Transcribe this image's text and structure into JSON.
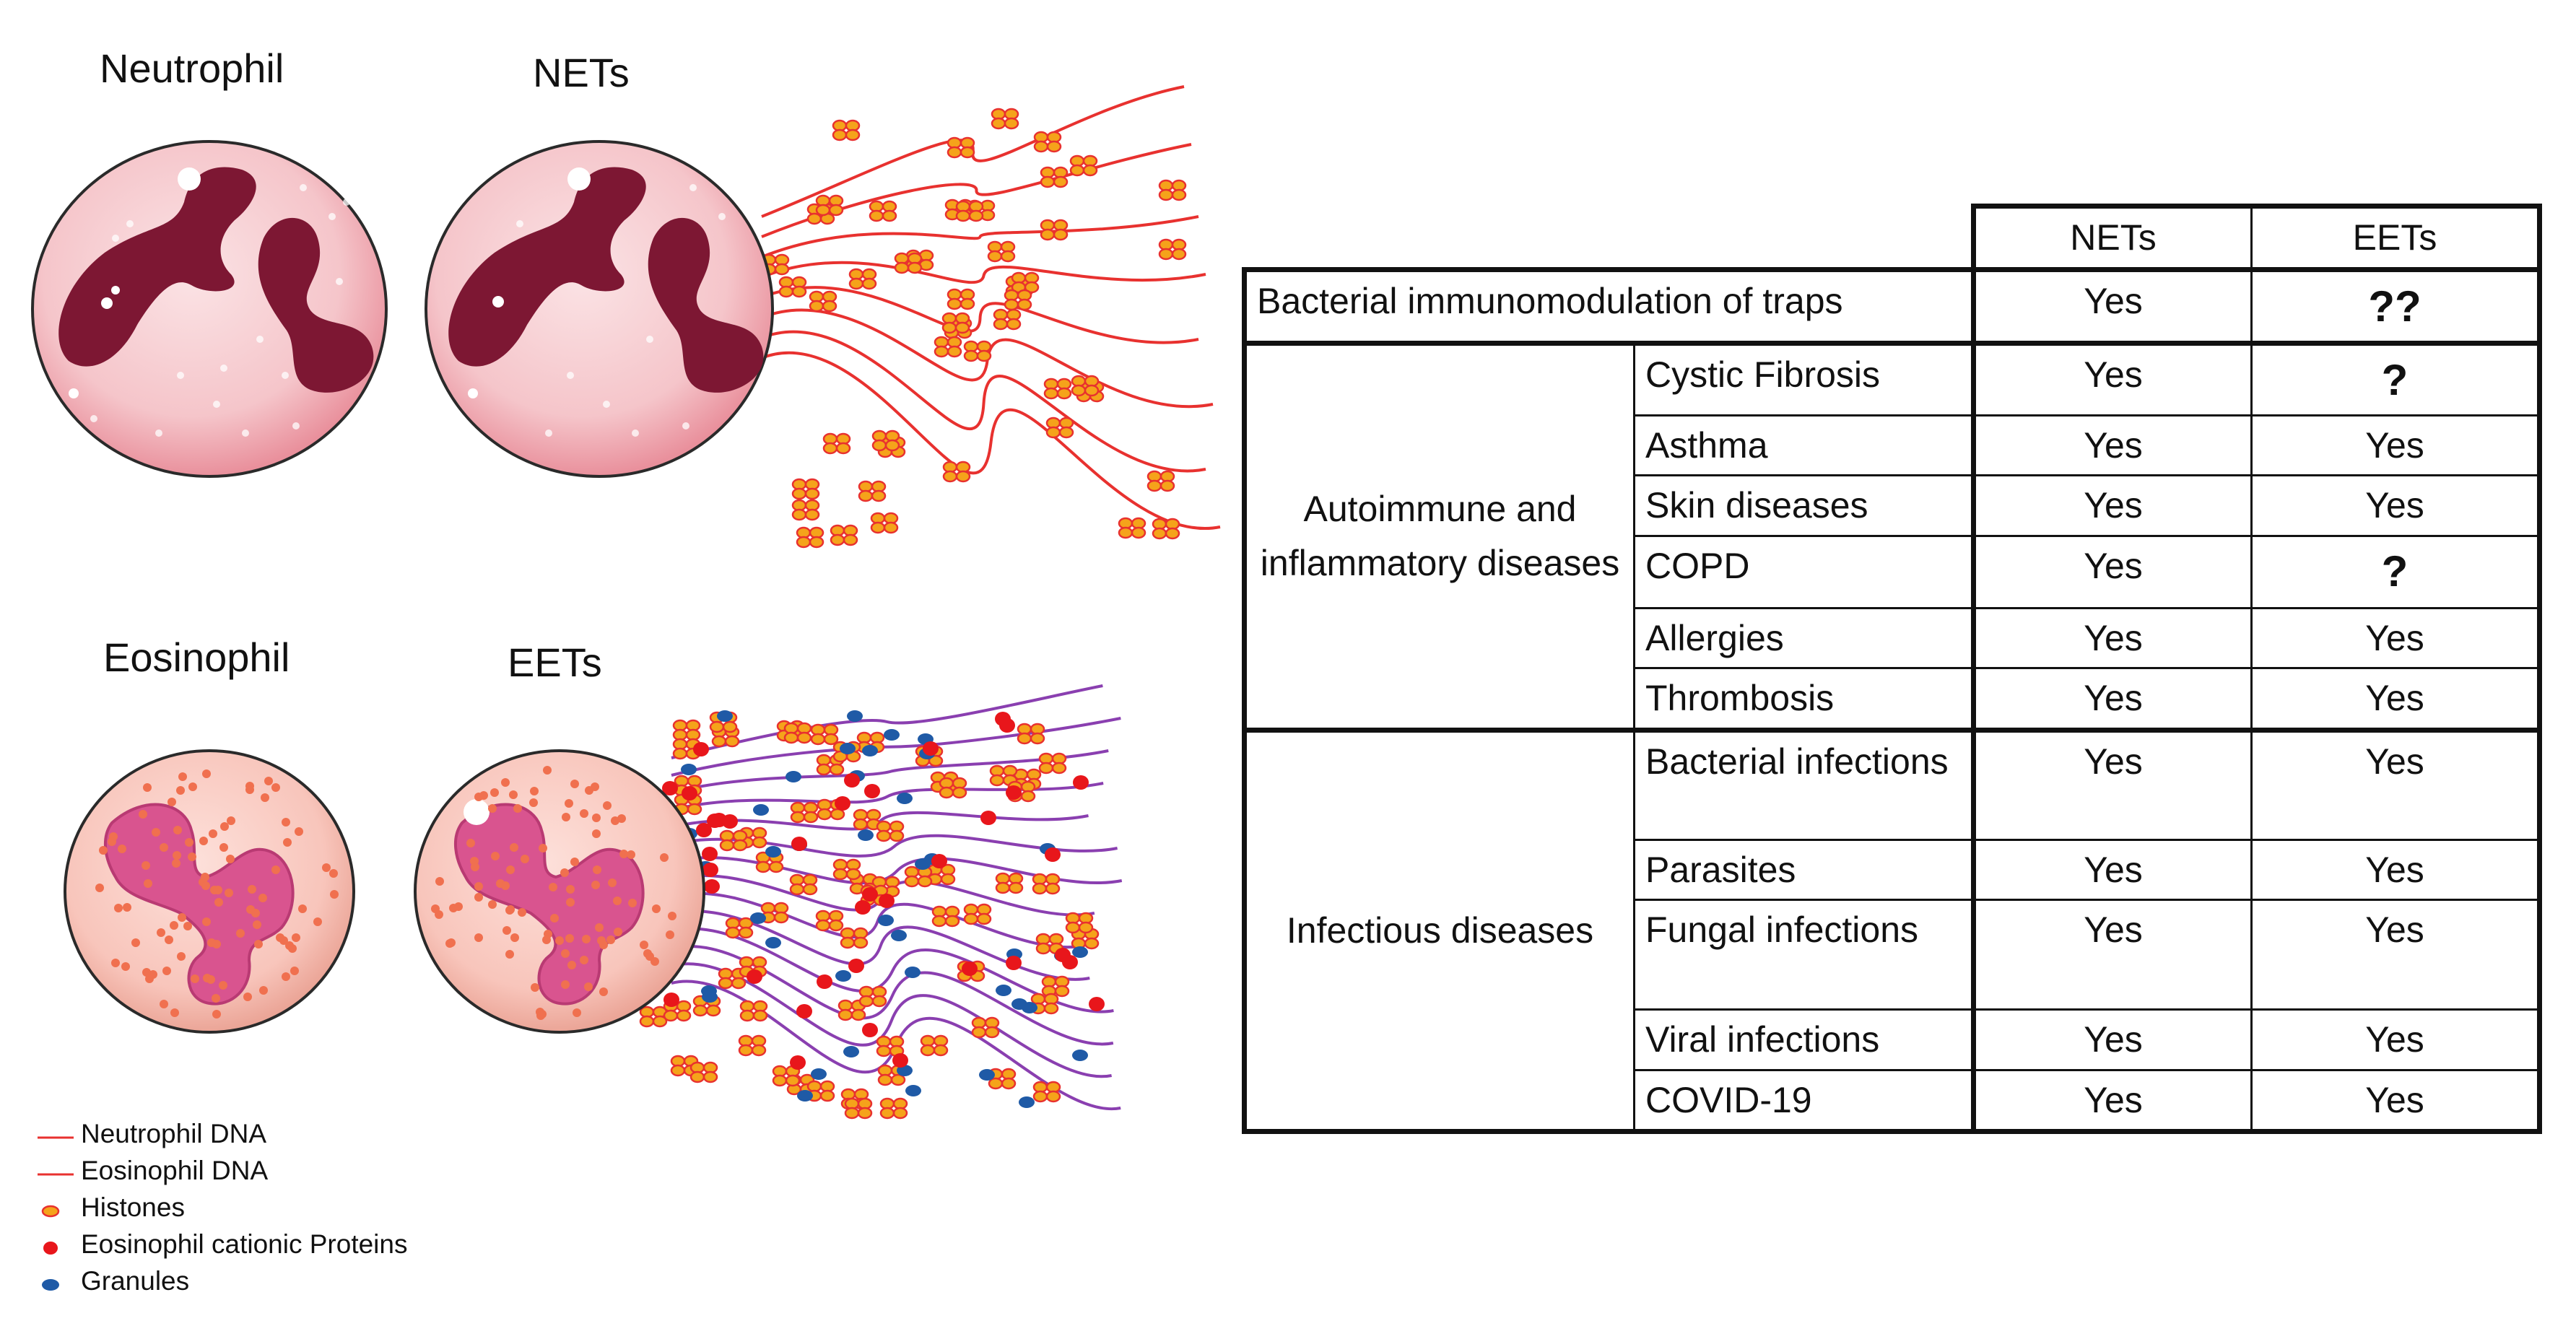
{
  "labels": {
    "neutrophil": "Neutrophil",
    "nets": "NETs",
    "eosinophil": "Eosinophil",
    "eets": "EETs"
  },
  "legend": [
    {
      "label": "Neutrophil DNA",
      "symbol": "line",
      "color": "#e8312f"
    },
    {
      "label": "Eosinophil DNA",
      "symbol": "line",
      "color": "#e8312f"
    },
    {
      "label": "Histones",
      "symbol": "oval",
      "color": "#f5a31a"
    },
    {
      "label": "Eosinophil cationic Proteins",
      "symbol": "dot",
      "color": "#e8161b"
    },
    {
      "label": "Granules",
      "symbol": "oval",
      "color": "#1f5aa6"
    }
  ],
  "colors": {
    "neutrophil_cytoplasm": "#f6c9cd",
    "neutrophil_nucleus": "#7d1733",
    "eosinophil_cytoplasm": "#f9c8c0",
    "eosinophil_nucleus": "#d9548f",
    "eosinophil_granule": "#f0704f",
    "net_fiber": "#e8312f",
    "eet_fiber": "#8a3fb0",
    "histone_fill": "#f5a31a",
    "histone_edge": "#e8312f",
    "cationic_protein": "#e8161b",
    "granule": "#1f5aa6"
  },
  "table": {
    "header": {
      "nets": "NETs",
      "eets": "EETs"
    },
    "row1": {
      "label": "Bacterial immunomodulation of traps",
      "nets": "Yes",
      "eets": "??"
    },
    "group_autoimmune": {
      "label": "Autoimmune and inflammatory diseases",
      "rows": [
        {
          "disease": "Cystic Fibrosis",
          "nets": "Yes",
          "eets": "?"
        },
        {
          "disease": "Asthma",
          "nets": "Yes",
          "eets": "Yes"
        },
        {
          "disease": "Skin diseases",
          "nets": "Yes",
          "eets": "Yes"
        },
        {
          "disease": "COPD",
          "nets": "Yes",
          "eets": "?"
        },
        {
          "disease": "Allergies",
          "nets": "Yes",
          "eets": "Yes"
        },
        {
          "disease": "Thrombosis",
          "nets": "Yes",
          "eets": "Yes"
        }
      ]
    },
    "group_infectious": {
      "label": "Infectious diseases",
      "rows": [
        {
          "disease": "Bacterial infections",
          "nets": "Yes",
          "eets": "Yes"
        },
        {
          "disease": "Parasites",
          "nets": "Yes",
          "eets": "Yes"
        },
        {
          "disease": "Fungal infections",
          "nets": "Yes",
          "eets": "Yes"
        },
        {
          "disease": "Viral infections",
          "nets": "Yes",
          "eets": "Yes"
        },
        {
          "disease": "COVID-19",
          "nets": "Yes",
          "eets": "Yes"
        }
      ]
    }
  }
}
